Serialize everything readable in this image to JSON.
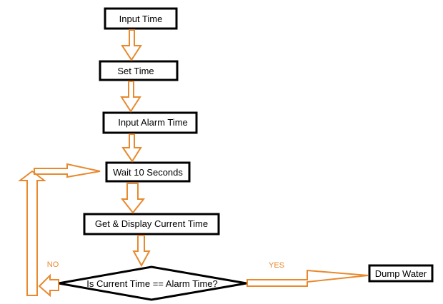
{
  "diagram": {
    "nodes": {
      "input_time": "Input Time",
      "set_time": "Set Time",
      "input_alarm": "Input Alarm Time",
      "wait": "Wait 10 Seconds",
      "get_display": "Get & Display Current Time",
      "decision": "Is Current Time == Alarm Time?",
      "dump": "Dump Water"
    },
    "edges": {
      "yes": "YES",
      "no": "NO"
    },
    "colors": {
      "arrow": "#E8892E",
      "box_border": "#000000",
      "label": "#E8892E"
    }
  }
}
